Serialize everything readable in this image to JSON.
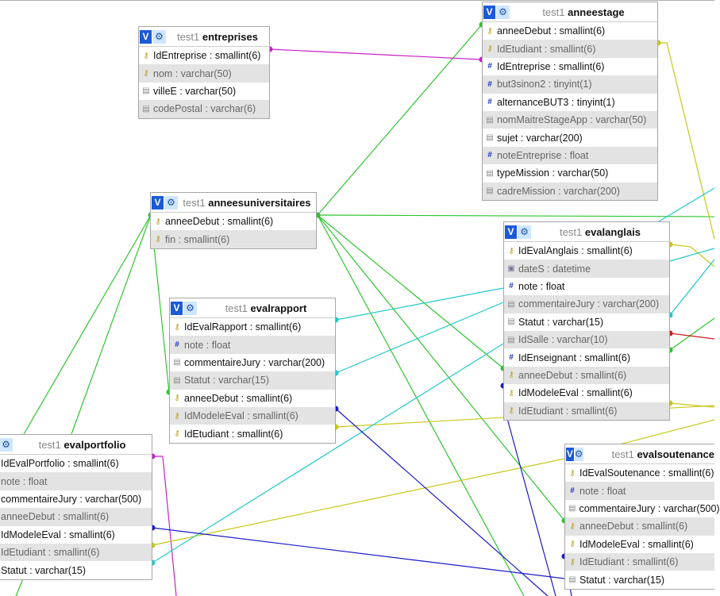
{
  "tables": [
    {
      "id": "entreprises",
      "schema": "test1",
      "name": "entreprises",
      "columns": [
        {
          "text": "IdEntreprise : smallint(6)",
          "icon": "key-icon"
        },
        {
          "text": "nom : varchar(50)",
          "icon": "key-icon"
        },
        {
          "text": "villeE : varchar(50)",
          "icon": "text-icon"
        },
        {
          "text": "codePostal : varchar(6)",
          "icon": "text-icon"
        }
      ]
    },
    {
      "id": "anneestage",
      "schema": "test1",
      "name": "anneestage",
      "columns": [
        {
          "text": "anneeDebut : smallint(6)",
          "icon": "key-icon"
        },
        {
          "text": "IdEtudiant : smallint(6)",
          "icon": "key-icon"
        },
        {
          "text": "IdEntreprise : smallint(6)",
          "icon": "numeric-icon"
        },
        {
          "text": "but3sinon2 : tinyint(1)",
          "icon": "numeric-icon"
        },
        {
          "text": "alternanceBUT3 : tinyint(1)",
          "icon": "numeric-icon"
        },
        {
          "text": "nomMaitreStageApp : varchar(50)",
          "icon": "text-icon"
        },
        {
          "text": "sujet : varchar(200)",
          "icon": "text-icon"
        },
        {
          "text": "noteEntreprise : float",
          "icon": "numeric-icon"
        },
        {
          "text": "typeMission : varchar(50)",
          "icon": "text-icon"
        },
        {
          "text": "cadreMission : varchar(200)",
          "icon": "text-icon"
        }
      ]
    },
    {
      "id": "anneesuniversitaires",
      "schema": "test1",
      "name": "anneesuniversitaires",
      "columns": [
        {
          "text": "anneeDebut : smallint(6)",
          "icon": "key-icon"
        },
        {
          "text": "fin : smallint(6)",
          "icon": "key-icon"
        }
      ]
    },
    {
      "id": "evalanglais",
      "schema": "test1",
      "name": "evalanglais",
      "columns": [
        {
          "text": "IdEvalAnglais : smallint(6)",
          "icon": "key-icon"
        },
        {
          "text": "dateS : datetime",
          "icon": "date-icon"
        },
        {
          "text": "note : float",
          "icon": "numeric-icon"
        },
        {
          "text": "commentaireJury : varchar(200)",
          "icon": "text-icon"
        },
        {
          "text": "Statut : varchar(15)",
          "icon": "text-icon"
        },
        {
          "text": "IdSalle : varchar(10)",
          "icon": "text-icon"
        },
        {
          "text": "IdEnseignant : smallint(6)",
          "icon": "numeric-icon"
        },
        {
          "text": "anneeDebut : smallint(6)",
          "icon": "key-icon"
        },
        {
          "text": "IdModeleEval : smallint(6)",
          "icon": "key-icon"
        },
        {
          "text": "IdEtudiant : smallint(6)",
          "icon": "key-icon"
        }
      ]
    },
    {
      "id": "evalrapport",
      "schema": "test1",
      "name": "evalrapport",
      "columns": [
        {
          "text": "IdEvalRapport : smallint(6)",
          "icon": "key-icon"
        },
        {
          "text": "note : float",
          "icon": "numeric-icon"
        },
        {
          "text": "commentaireJury : varchar(200)",
          "icon": "text-icon"
        },
        {
          "text": "Statut : varchar(15)",
          "icon": "text-icon"
        },
        {
          "text": "anneeDebut : smallint(6)",
          "icon": "key-icon"
        },
        {
          "text": "IdModeleEval : smallint(6)",
          "icon": "key-icon"
        },
        {
          "text": "IdEtudiant : smallint(6)",
          "icon": "key-icon"
        }
      ]
    },
    {
      "id": "evalportfolio",
      "schema": "test1",
      "name": "evalportfolio",
      "columns": [
        {
          "text": "IdEvalPortfolio : smallint(6)",
          "icon": "none"
        },
        {
          "text": "note : float",
          "icon": "none"
        },
        {
          "text": "commentaireJury : varchar(500)",
          "icon": "none"
        },
        {
          "text": "anneeDebut : smallint(6)",
          "icon": "none"
        },
        {
          "text": "IdModeleEval : smallint(6)",
          "icon": "none"
        },
        {
          "text": "IdEtudiant : smallint(6)",
          "icon": "none"
        },
        {
          "text": "Statut : varchar(15)",
          "icon": "none"
        }
      ]
    },
    {
      "id": "evalsoutenance",
      "schema": "test1",
      "name": "evalsoutenance",
      "columns": [
        {
          "text": "IdEvalSoutenance : smallint(6)",
          "icon": "key-icon"
        },
        {
          "text": "note : float",
          "icon": "numeric-icon"
        },
        {
          "text": "commentaireJury : varchar(500)",
          "icon": "text-icon"
        },
        {
          "text": "anneeDebut : smallint(6)",
          "icon": "key-icon"
        },
        {
          "text": "IdModeleEval : smallint(6)",
          "icon": "key-icon"
        },
        {
          "text": "IdEtudiant : smallint(6)",
          "icon": "key-icon"
        },
        {
          "text": "Statut : varchar(15)",
          "icon": "text-icon"
        }
      ]
    }
  ],
  "header_icons": {
    "view": "V",
    "settings": "gear-icon"
  },
  "relation_colors": {
    "green": "#2ec42e",
    "magenta": "#c81fc8",
    "yellow": "#c8c81a",
    "cyan": "#22c8c8",
    "blue": "#1a1ac8",
    "red": "#c81a1a"
  }
}
